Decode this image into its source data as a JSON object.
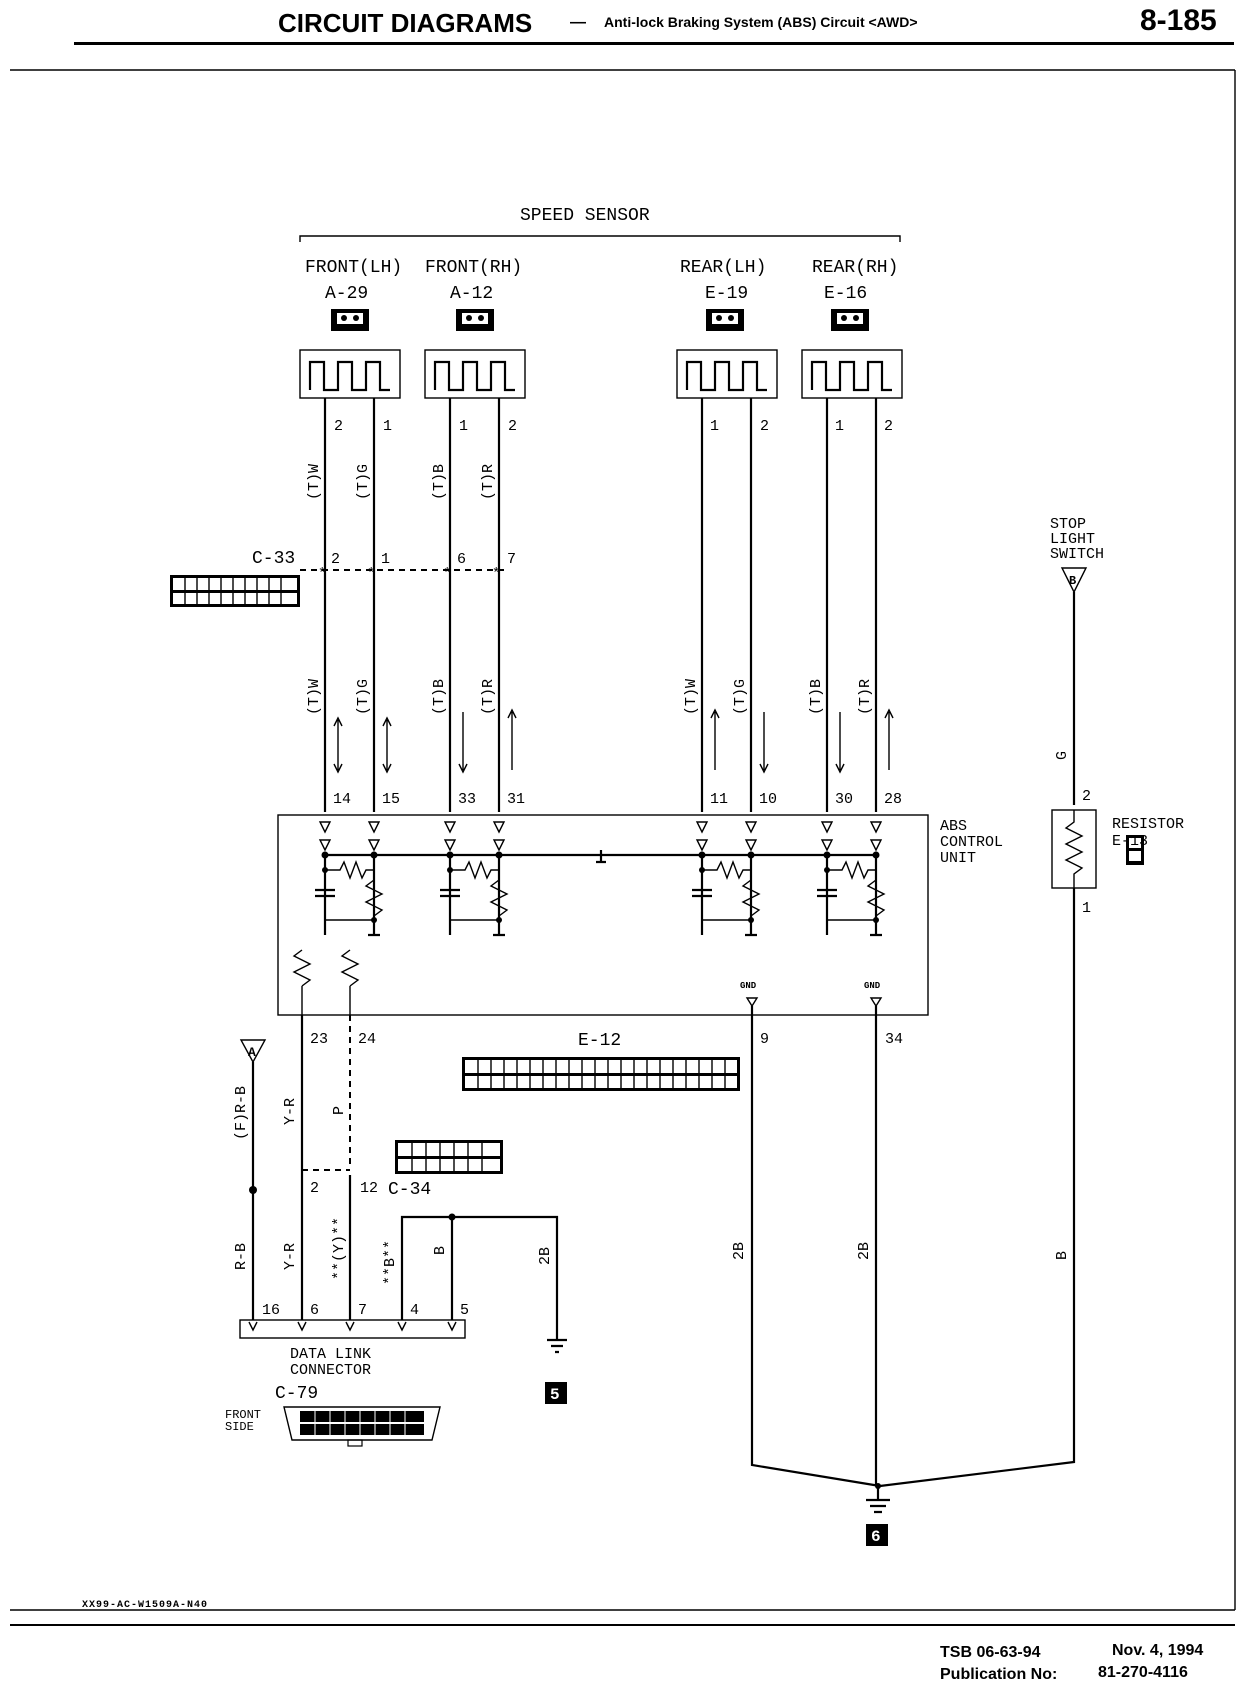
{
  "header": {
    "title": "CIRCUIT DIAGRAMS",
    "separator": "—",
    "subtitle": "Anti-lock Braking System (ABS) Circuit <AWD>",
    "page_number": "8-185"
  },
  "speed_sensor": {
    "group_label": "SPEED SENSOR",
    "sensors": [
      {
        "position": "FRONT(LH)",
        "connector": "A-29",
        "pins": [
          "2",
          "1"
        ],
        "wires_top": [
          "(T)W",
          "(T)G"
        ],
        "wires_bottom": [
          "(T)W",
          "(T)G"
        ],
        "ecu_pins": [
          "14",
          "15"
        ]
      },
      {
        "position": "FRONT(RH)",
        "connector": "A-12",
        "pins": [
          "1",
          "2"
        ],
        "wires_top": [
          "(T)B",
          "(T)R"
        ],
        "wires_bottom": [
          "(T)B",
          "(T)R"
        ],
        "ecu_pins": [
          "33",
          "31"
        ]
      },
      {
        "position": "REAR(LH)",
        "connector": "E-19",
        "pins": [
          "1",
          "2"
        ],
        "wires_bottom": [
          "(T)W",
          "(T)G"
        ],
        "ecu_pins": [
          "11",
          "10"
        ]
      },
      {
        "position": "REAR(RH)",
        "connector": "E-16",
        "pins": [
          "1",
          "2"
        ],
        "wires_bottom": [
          "(T)B",
          "(T)R"
        ],
        "ecu_pins": [
          "30",
          "28"
        ]
      }
    ]
  },
  "joint_connector": {
    "name": "C-33",
    "pins": [
      "2",
      "1",
      "6",
      "7"
    ]
  },
  "stop_light_switch": {
    "label_lines": [
      "STOP",
      "LIGHT",
      "SWITCH"
    ],
    "connector_letter": "B",
    "wire_color": "G",
    "wire_bottom": "B"
  },
  "resistor": {
    "label": "RESISTOR",
    "connector": "E-13",
    "pins": [
      "2",
      "1"
    ]
  },
  "abs_unit": {
    "label_lines": [
      "ABS",
      "CONTROL",
      "UNIT"
    ],
    "connector": "E-12",
    "gnd_label": "GND",
    "bottom_pins": [
      "23",
      "24",
      "9",
      "34"
    ]
  },
  "diagnosis": {
    "connector": "C-34",
    "pins": [
      "2",
      "12"
    ],
    "wire_23": "Y-R",
    "wire_24": "P",
    "power_letter": "A",
    "power_wire_top": "(F)R-B",
    "power_wire_bottom": "R-B",
    "wire_6": "Y-R",
    "wire_7": "**(Y)**",
    "wire_4": "**B**",
    "wire_5": "B",
    "ground_wire": "2B",
    "ground_id": "5"
  },
  "data_link": {
    "label_lines": [
      "DATA LINK",
      "CONNECTOR"
    ],
    "connector": "C-79",
    "front_side_lines": [
      "FRONT",
      "SIDE"
    ],
    "pins": [
      "16",
      "6",
      "7",
      "4",
      "5"
    ]
  },
  "grounds": {
    "wire_9": "2B",
    "wire_34": "2B",
    "main_ground_id": "6"
  },
  "footer": {
    "code": "XX99-AC-W1509A-N40",
    "tsb": "TSB 06-63-94",
    "date": "Nov. 4, 1994",
    "publication_label": "Publication No:",
    "publication_number": "81-270-4116"
  }
}
